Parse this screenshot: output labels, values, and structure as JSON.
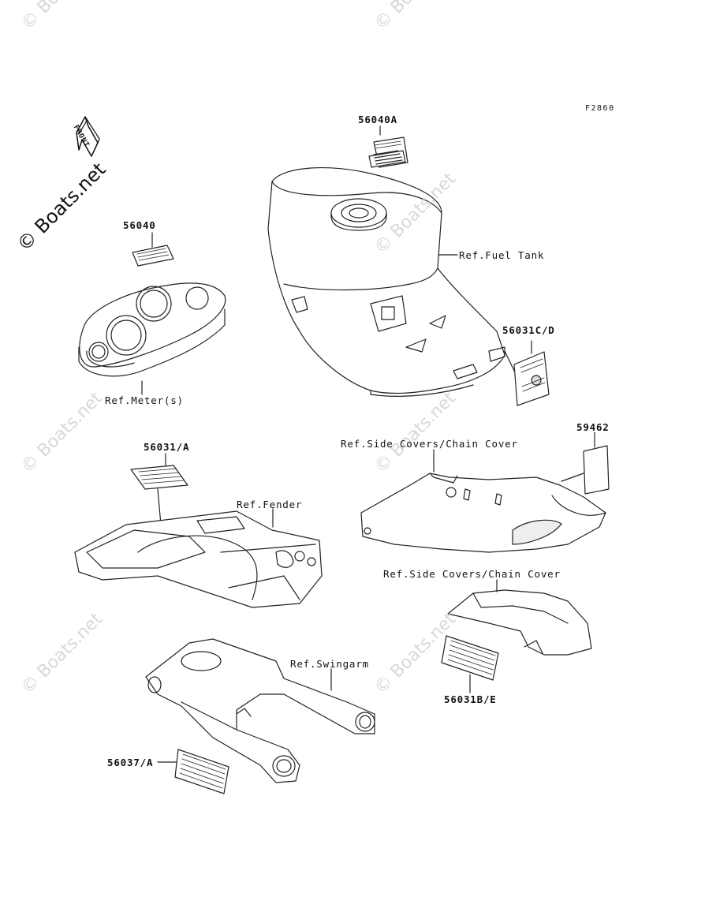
{
  "diagram_code": "F2860",
  "front_label": "FRONT",
  "watermark": "© Boats.net",
  "parts": {
    "label_56040A": "56040A",
    "label_56040": "56040",
    "label_56031CD": "56031C/D",
    "label_56031A": "56031/A",
    "label_59462": "59462",
    "label_56031BE": "56031B/E",
    "label_56037A": "56037/A"
  },
  "refs": {
    "fuel_tank": "Ref.Fuel Tank",
    "meter": "Ref.Meter(s)",
    "fender": "Ref.Fender",
    "side_covers_1": "Ref.Side Covers/Chain Cover",
    "side_covers_2": "Ref.Side Covers/Chain Cover",
    "swingarm": "Ref.Swingarm"
  }
}
